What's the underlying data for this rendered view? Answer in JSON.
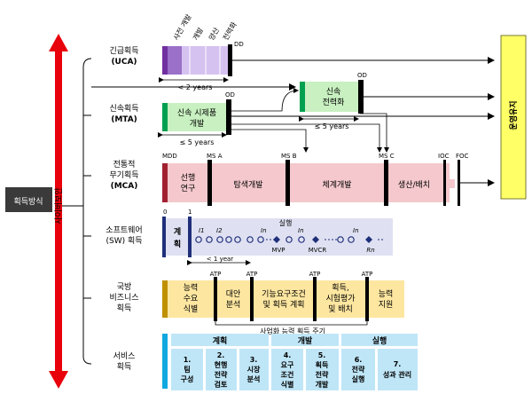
{
  "axis": {
    "label": "획득방식",
    "arrow_text": "사이버보안",
    "colors": {
      "arrow": "#e8000b",
      "label_bg": "#3a3a3a"
    }
  },
  "paths": {
    "uca": {
      "line1": "긴급획득",
      "line2": "(UCA)"
    },
    "mta": {
      "line1": "신속획득",
      "line2": "(MTA)"
    },
    "mca": {
      "line1": "전통적",
      "line2": "무기획득",
      "line3": "(MCA)"
    },
    "sw": {
      "line1": "소프트웨어",
      "line2": "(SW) 획득"
    },
    "dba": {
      "line1": "국방",
      "line2": "비즈니스",
      "line3": "획득"
    },
    "svc": {
      "line1": "서비스",
      "line2": "획득"
    }
  },
  "uca": {
    "phases": [
      "사전 개발",
      "개발",
      "양산",
      "전력화"
    ],
    "od_label": "DD",
    "duration": "< 2 years"
  },
  "mta": {
    "prototype_label": [
      "신속 시제품",
      "개발"
    ],
    "fielding_label": [
      "신속",
      "전력화"
    ],
    "od1": "OD",
    "od2": "OD",
    "dur1": "≤ 5 years",
    "dur2": "≤ 5 years"
  },
  "mca": {
    "milestones": [
      "MDD",
      "MS A",
      "MS B",
      "MS C",
      "IOC",
      "FOC"
    ],
    "phases": [
      "선행\n연구",
      "탐색개발",
      "체계개발",
      "생산/배치"
    ]
  },
  "sw": {
    "markers": [
      "0",
      "1"
    ],
    "plan_label": [
      "계",
      "획"
    ],
    "iter_labels": [
      "I1",
      "I2",
      "In",
      "In",
      "In"
    ],
    "execution_label": "실행",
    "mvp": "MVP",
    "mvcr": "MVCR",
    "rn": "Rn",
    "duration": "< 1 year"
  },
  "dba": {
    "atp": [
      "ATP",
      "ATP",
      "ATP",
      "ATP"
    ],
    "steps": [
      [
        "능력",
        "수요",
        "식별"
      ],
      [
        "대안",
        "분석"
      ],
      [
        "기능요구조건",
        "및 획득 계획"
      ],
      [
        "획득,",
        "시험평가",
        "및 배치"
      ],
      [
        "능력",
        "지원"
      ]
    ],
    "cycle_label": "사업화 능력 획득 주기"
  },
  "svc": {
    "groups": [
      "계획",
      "개발",
      "실행"
    ],
    "steps": [
      [
        "1.",
        "팀",
        "구성"
      ],
      [
        "2.",
        "현행",
        "전략",
        "검토"
      ],
      [
        "3.",
        "시장",
        "분석"
      ],
      [
        "4.",
        "요구",
        "조건",
        "식별"
      ],
      [
        "5.",
        "획득",
        "전략",
        "개발"
      ],
      [
        "6.",
        "전략",
        "실행"
      ],
      [
        "7.",
        "성과 관리"
      ]
    ]
  },
  "ops": {
    "label": "운영유지",
    "color": "#ffff66"
  },
  "colors": {
    "purple": "#7030a0",
    "purple_light": "#d6c2f0",
    "green": "#00a050",
    "green_light": "#c8f0c0",
    "maroon": "#a02030",
    "pink": "#f4c8cc",
    "navy": "#1f2f7a",
    "sw_bg": "#dfe1f2",
    "gold": "#bf9000",
    "yellow_light": "#fde6a0",
    "cyan": "#10a8e0",
    "cyan_light": "#bfe6f7"
  }
}
